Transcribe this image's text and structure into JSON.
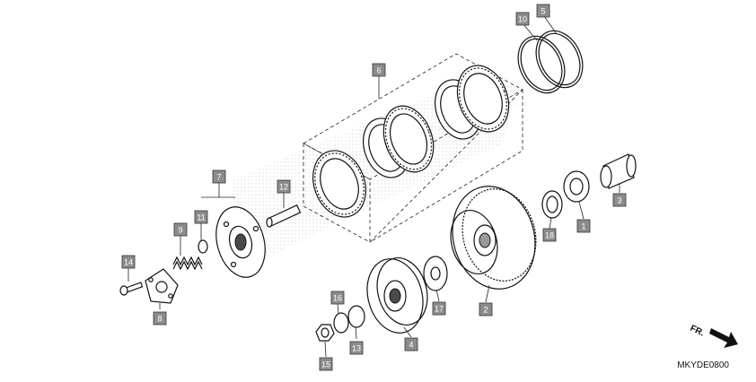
{
  "diagram": {
    "reference_code": "MKYDE0800",
    "direction_label": "FR.",
    "callouts": [
      "1",
      "2",
      "3",
      "4",
      "5",
      "6",
      "7",
      "8",
      "9",
      "10",
      "11",
      "12",
      "13",
      "14",
      "15",
      "16",
      "17",
      "18"
    ]
  }
}
